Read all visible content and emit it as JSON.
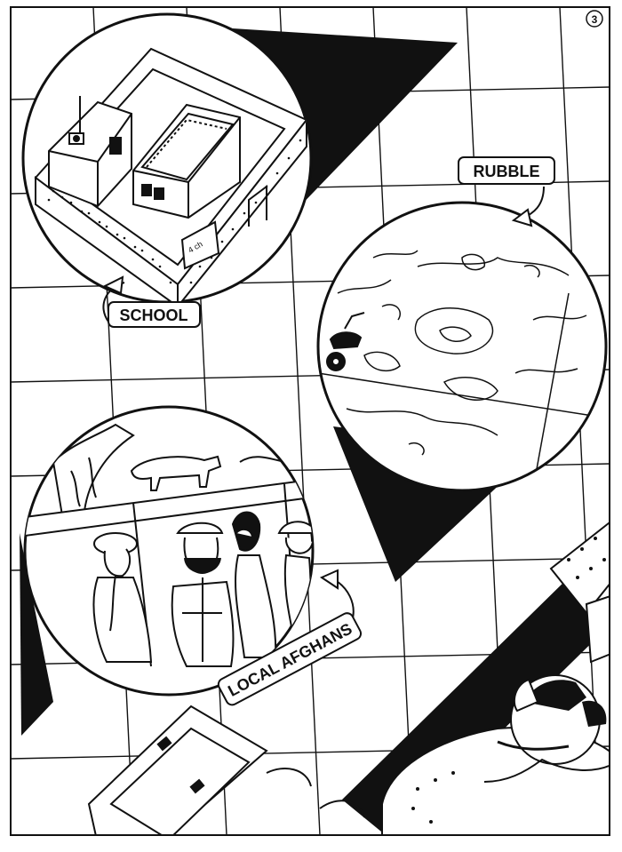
{
  "page": {
    "number": "3",
    "background": "#ffffff",
    "ink": "#111111"
  },
  "callouts": {
    "school": "SCHOOL",
    "rubble": "RUBBLE",
    "locals": "LOCAL AFGHANS"
  },
  "scenes": {
    "school_sign": "4 ch",
    "icons": {
      "school": "building-icon",
      "rubble": "rubble-icon",
      "people": "people-icon",
      "soldier": "soldier-icon"
    }
  }
}
